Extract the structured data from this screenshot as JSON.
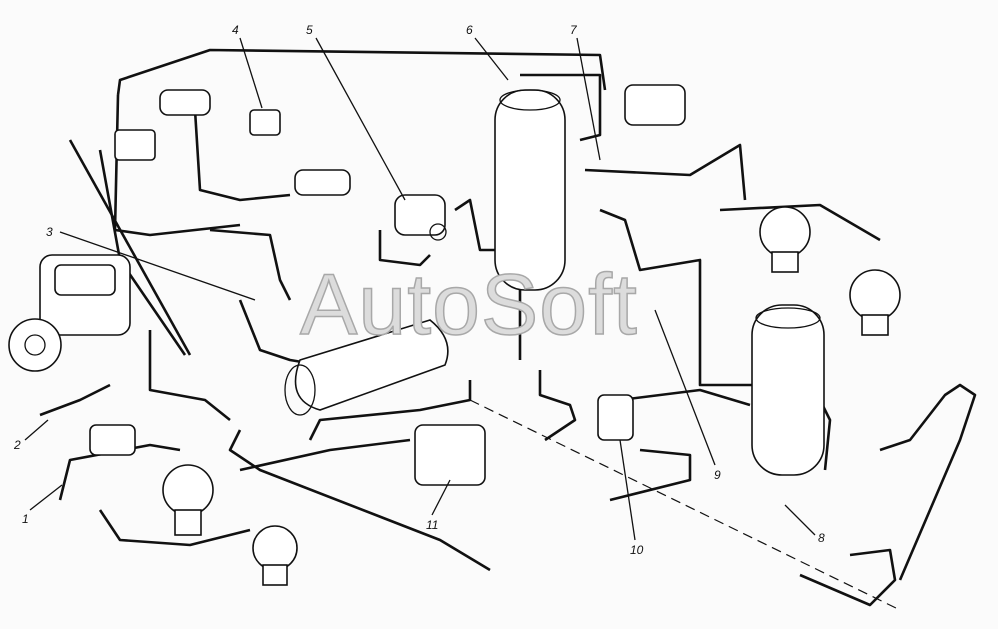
{
  "diagram": {
    "callouts": [
      "1",
      "2",
      "3",
      "4",
      "5",
      "6",
      "7",
      "8",
      "9",
      "10",
      "11"
    ],
    "watermark": "AutoSoft"
  }
}
